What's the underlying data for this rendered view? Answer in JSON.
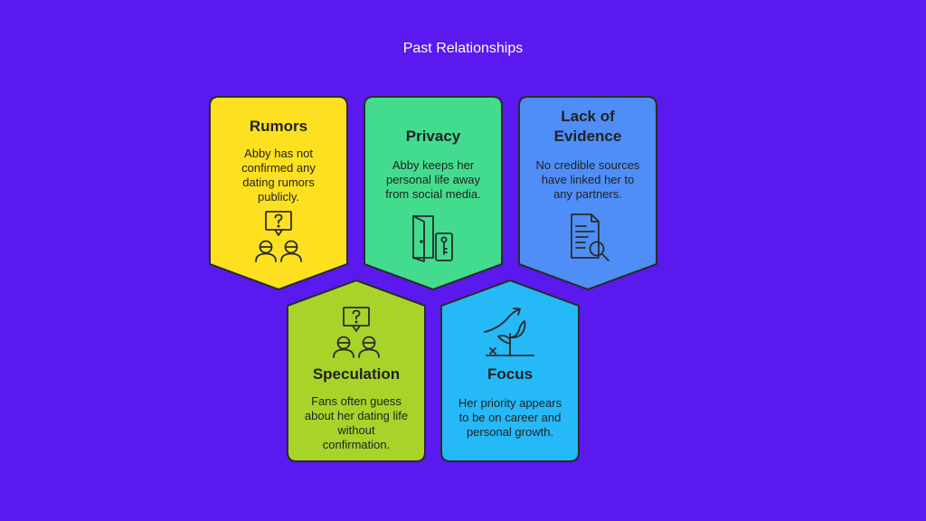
{
  "title": "Past Relationships",
  "colors": {
    "background": "#5a19ee",
    "rumors": "#fde120",
    "privacy": "#43dc8f",
    "evidence": "#4f8ef6",
    "speculation": "#a8d42a",
    "focus": "#26b9f7",
    "outline": "#2b2b2b"
  },
  "cards": {
    "rumors": {
      "heading": "Rumors",
      "body": [
        "Abby has not",
        "confirmed any",
        "dating rumors",
        "publicly."
      ],
      "icon": "people-question-icon"
    },
    "privacy": {
      "heading": "Privacy",
      "body": [
        "Abby keeps her",
        "personal life away",
        "from social media."
      ],
      "icon": "door-lock-icon"
    },
    "evidence": {
      "heading": [
        "Lack of",
        "Evidence"
      ],
      "body": [
        "No credible sources",
        "have linked her to",
        "any partners."
      ],
      "icon": "document-search-icon"
    },
    "speculation": {
      "heading": "Speculation",
      "body": [
        "Fans often guess",
        "about her dating life",
        "without",
        "confirmation."
      ],
      "icon": "people-question-icon"
    },
    "focus": {
      "heading": "Focus",
      "body": [
        "Her priority appears",
        "to be on career and",
        "personal growth."
      ],
      "icon": "plant-growth-icon"
    }
  }
}
